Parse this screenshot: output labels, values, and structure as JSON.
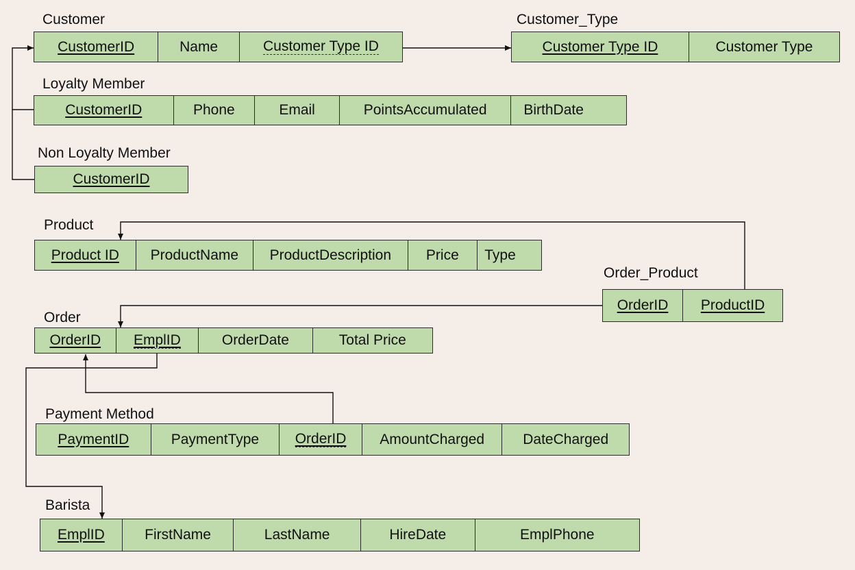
{
  "tables": {
    "customer": {
      "title": "Customer",
      "cols": [
        "CustomerID",
        "Name",
        "Customer Type ID"
      ]
    },
    "customer_type": {
      "title": "Customer_Type",
      "cols": [
        "Customer Type ID",
        "Customer Type"
      ]
    },
    "loyalty_member": {
      "title": "Loyalty Member",
      "cols": [
        "CustomerID",
        "Phone",
        "Email",
        "PointsAccumulated",
        "BirthDate"
      ]
    },
    "non_loyalty_member": {
      "title": "Non Loyalty Member",
      "cols": [
        "CustomerID"
      ]
    },
    "product": {
      "title": "Product",
      "cols": [
        "Product ID",
        "ProductName",
        "ProductDescription",
        "Price",
        "Type"
      ]
    },
    "order_product": {
      "title": "Order_Product",
      "cols": [
        "OrderID",
        "ProductID"
      ]
    },
    "order": {
      "title": "Order",
      "cols": [
        "OrderID",
        "EmplID",
        "OrderDate",
        "Total Price"
      ]
    },
    "payment_method": {
      "title": "Payment Method",
      "cols": [
        "PaymentID",
        "PaymentType",
        "OrderID",
        "AmountCharged",
        "DateCharged"
      ]
    },
    "barista": {
      "title": "Barista",
      "cols": [
        "EmplID",
        "FirstName",
        "LastName",
        "HireDate",
        "EmplPhone"
      ]
    }
  },
  "colors": {
    "background": "#f5ede8",
    "table_fill": "#bfdaab",
    "border": "#2b2b2b"
  }
}
